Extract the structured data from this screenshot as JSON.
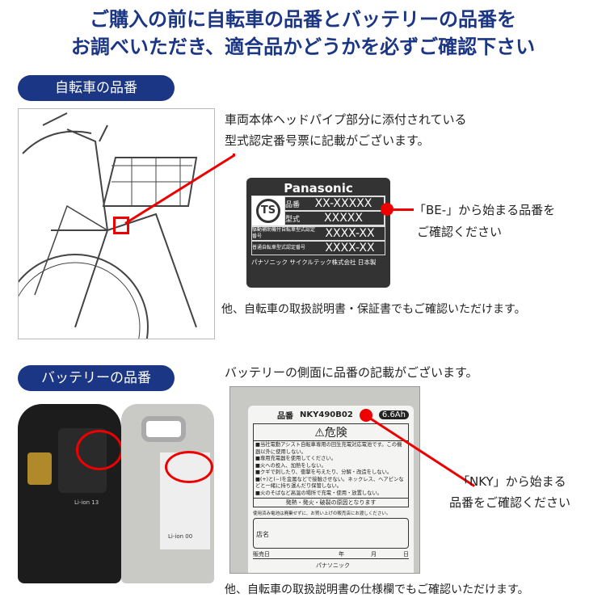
{
  "title": {
    "line1": "ご購入の前に自転車の品番とバッテリーの品番を",
    "line2": "お調べいただき、適合品かどうかを必ずご確認下さい"
  },
  "bike": {
    "pill": "自転車の品番",
    "desc1": "車両本体ヘッドパイプ部分に添付されている",
    "desc2": "型式認定番号票に記載がございます。",
    "label": {
      "brand": "Panasonic",
      "r1k": "品番",
      "r1v": "XX-XXXXX",
      "r2k": "型式",
      "r2v": "XXXXX",
      "r3k": "駆動補助機付自転車型式認定番号",
      "r3v": "XXXX-XX",
      "r4k": "普通自転車型式認定番号",
      "r4v": "XXXX-XX",
      "footer": "パナソニック サイクルテック株式会社 日本製"
    },
    "note1": "「BE-」から始まる品番を",
    "note2": "ご確認ください",
    "caption": "他、自転車の取扱説明書・保証書でもご確認いただけます。"
  },
  "battery": {
    "pill": "バッテリーの品番",
    "desc": "バッテリーの側面に品番の記載がございます。",
    "label": {
      "pk": "品番",
      "pv": "NKY490B02",
      "cap": "6.6Ah",
      "danger": "⚠危険",
      "items": [
        "■当社電動アシスト自転車専用の回生充電対応電池です。この機器以外に使用しない。",
        "■専用充電器を使用してください。",
        "■火への投入、加熱をしない。",
        "■クギで刺したり、衝撃を与えたり、分解・改造をしない。",
        "■(+)と(−)を金属などで接触させない。ネックレス、ヘアピンなどと一緒に持ち運んだり保管しない。",
        "■火のそばなど高温の場所で充電・使用・放置しない。"
      ],
      "cause": "発熱・発火・破裂の原因となります",
      "recycle": "使用済み電池は廃棄せずに、お買い上げの販売店にお渡しください。",
      "store": "店名",
      "date": "販売日",
      "y": "年",
      "m": "月",
      "d": "日",
      "maker": "パナソニック"
    },
    "note1": "「NKY」から始まる",
    "note2": "品番をご確認ください",
    "caption": "他、自転車の取扱説明書の仕様欄でもご確認いただけます。",
    "photo_black_text": "Li-ion 13",
    "photo_gray_text": "Li-ion 00"
  },
  "colors": {
    "navy": "#1b3684",
    "red": "#e00000"
  }
}
